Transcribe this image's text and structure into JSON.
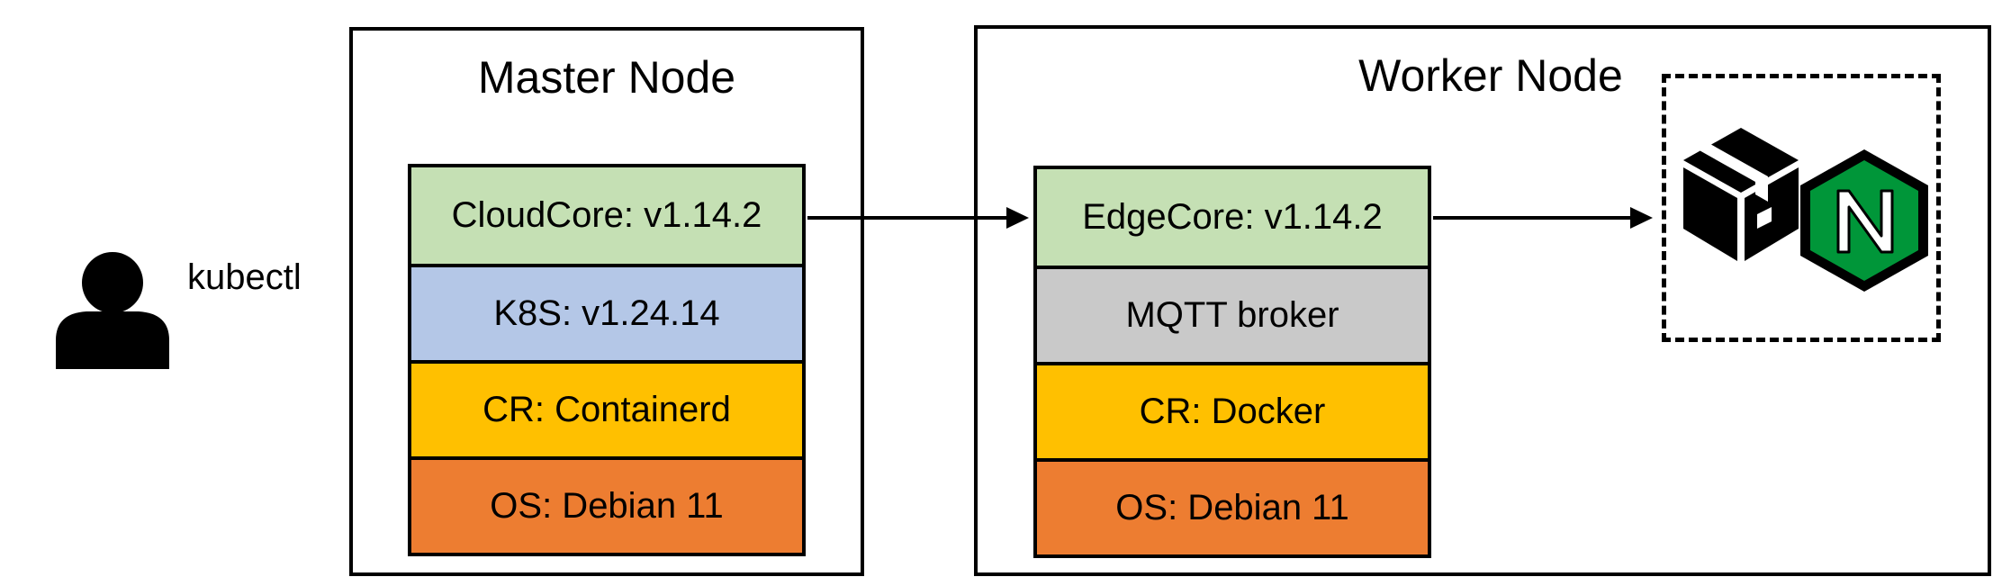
{
  "user": {
    "label": "kubectl",
    "icon": "user-icon"
  },
  "master_node": {
    "title": "Master Node",
    "layers": [
      "CloudCore: v1.14.2",
      "K8S: v1.24.14",
      "CR: Containerd",
      "OS: Debian 11"
    ]
  },
  "worker_node": {
    "title": "Worker Node",
    "layers": [
      "EdgeCore: v1.14.2",
      "MQTT broker",
      "CR: Docker",
      "OS: Debian 11"
    ]
  },
  "pod": {
    "icons": [
      "package-box-icon",
      "nginx-logo-icon"
    ],
    "logo_letter": "N"
  },
  "colors": {
    "cloudcore": "#c5e0b4",
    "k8s": "#b4c7e7",
    "cr": "#ffc000",
    "os": "#ed7d31",
    "mqtt": "#c9c9c9",
    "nginx_green": "#009639"
  }
}
